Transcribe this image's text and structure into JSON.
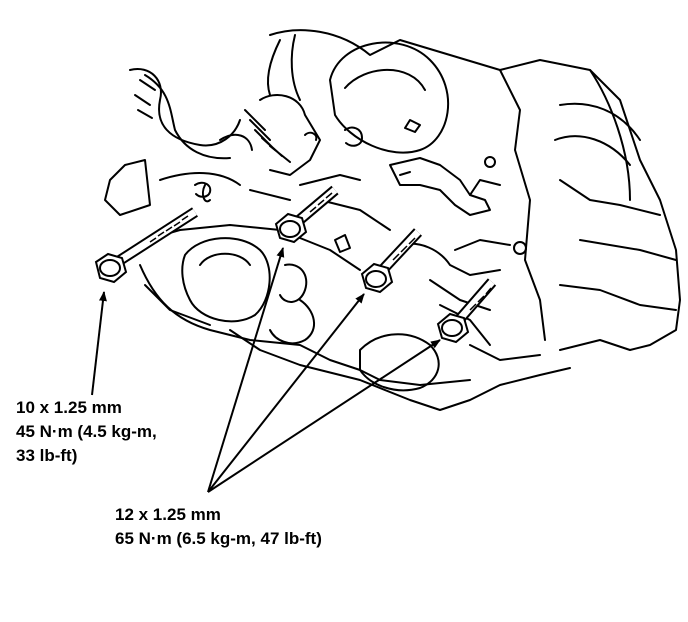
{
  "callouts": [
    {
      "lines": [
        "10 x 1.25 mm",
        "45 N·m (4.5 kg-m,",
        "33 lb-ft)"
      ]
    },
    {
      "lines": [
        "12 x 1.25 mm",
        "65 N·m (6.5 kg-m, 47 lb-ft)"
      ]
    }
  ],
  "colors": {
    "ink": "#000000",
    "paper": "#ffffff"
  }
}
